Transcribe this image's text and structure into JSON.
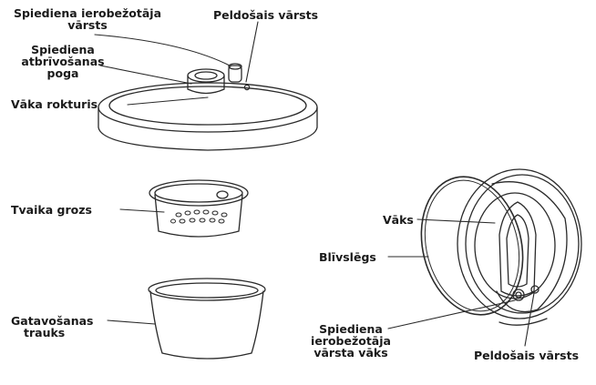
{
  "labels": {
    "lid_pressure_limit_valve": [
      "Spiediena ierobežotāja",
      "vārsts"
    ],
    "float_valve_top": "Peldošais vārsts",
    "pressure_release_button": [
      "Spiediena",
      "atbrīvošanas",
      "poga"
    ],
    "lid_handle": "Vāka rokturis",
    "steam_basket": "Tvaika grozs",
    "cooking_pot": [
      "Gatavošanas",
      "trauks"
    ],
    "lid": "Vāks",
    "seal_ring": "Blīvslēgs",
    "pressure_limit_valve_cover": [
      "Spiediena",
      "ierobežotāja",
      "vārsta vāks"
    ],
    "float_valve_bottom": "Peldošais vārsts"
  },
  "colors": {
    "line": "#2a2a2a",
    "text": "#1a1a1a"
  }
}
